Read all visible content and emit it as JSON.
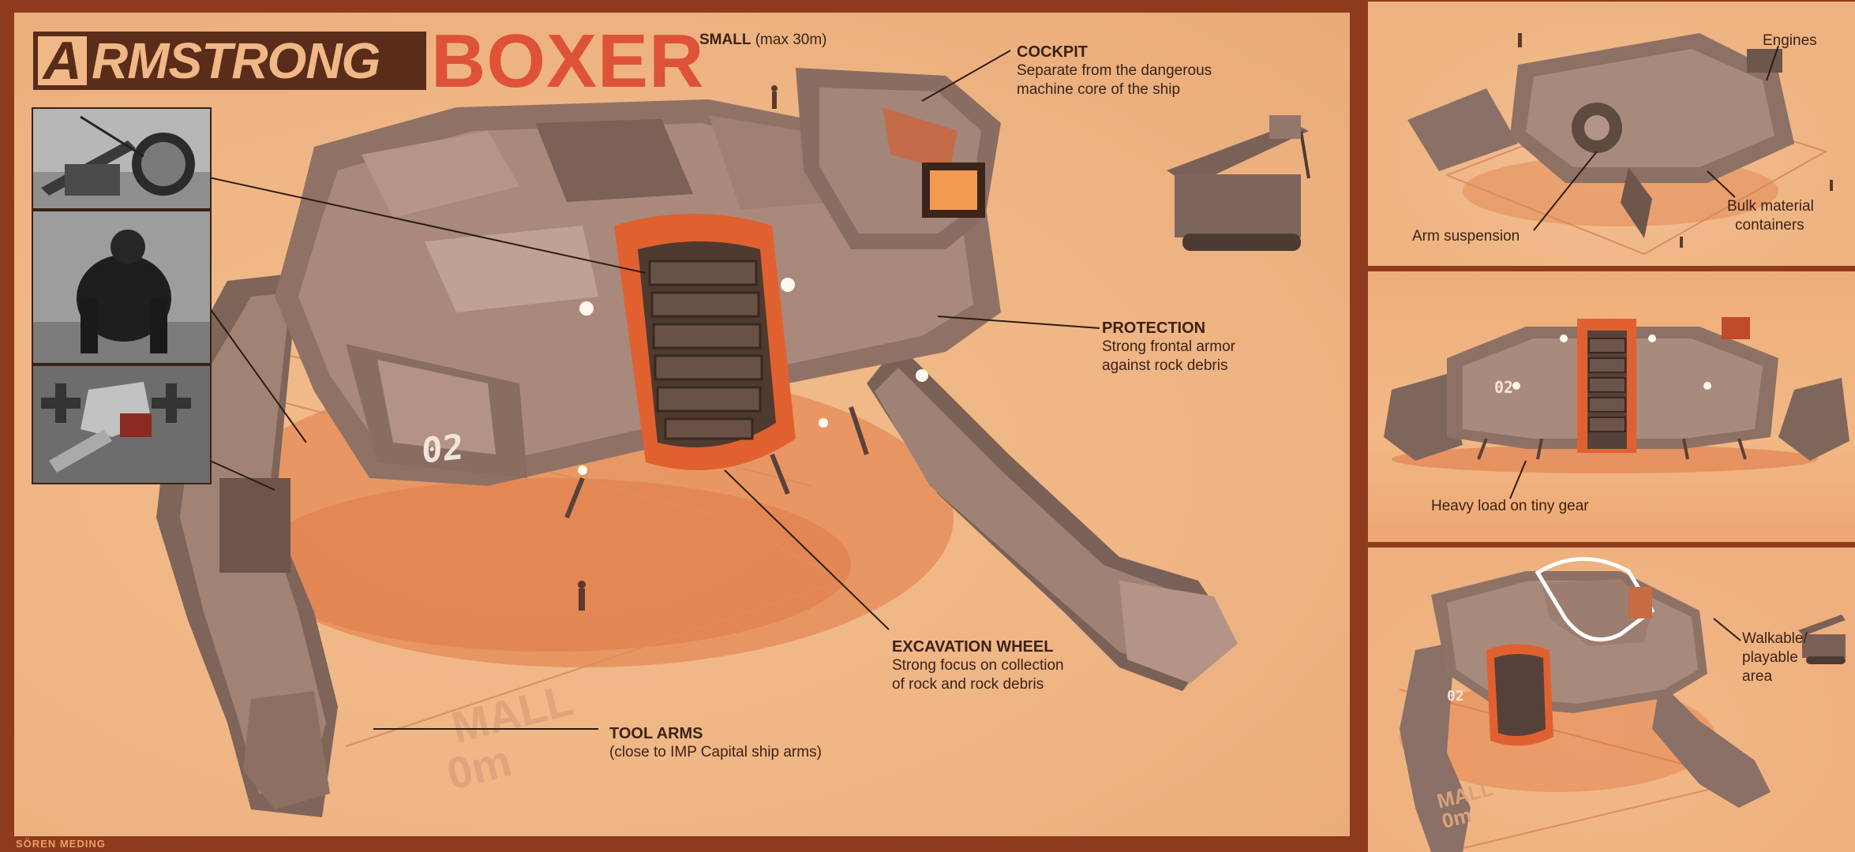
{
  "header": {
    "logo_first_letter": "A",
    "logo_rest": "RMSTRONG",
    "title": "BOXER",
    "size_label": "SMALL",
    "size_detail": "(max 30m)"
  },
  "callouts": {
    "cockpit": {
      "title": "COCKPIT",
      "line1": "Separate from the dangerous",
      "line2": "machine core of the ship"
    },
    "protection": {
      "title": "PROTECTION",
      "line1": "Strong frontal armor",
      "line2": "against rock debris"
    },
    "wheel": {
      "title": "EXCAVATION WHEEL",
      "line1": "Strong focus on collection",
      "line2": "of rock and rock debris"
    },
    "arms": {
      "title": "TOOL ARMS",
      "line1": "(close to IMP Capital ship arms)"
    }
  },
  "ship_marking": "02",
  "floor_text": {
    "line1": "MALL",
    "line2": "0m"
  },
  "side_panels": {
    "engines": "Engines",
    "arm_suspension": "Arm suspension",
    "bulk_line1": "Bulk material",
    "bulk_line2": "containers",
    "heavy_load": "Heavy load on tiny gear",
    "walkable_line1": "Walkable/",
    "walkable_line2": "playable",
    "walkable_line3": "area",
    "floor_line1": "MALL",
    "floor_line2": "0m"
  },
  "credit": "SÖREN MEDING",
  "colors": {
    "frame": "#8e3a1c",
    "background": "#efb585",
    "accent_red": "#dd5238",
    "accent_orange": "#e0612f",
    "dark_text": "#3b2217",
    "hull": "#8f7265"
  }
}
